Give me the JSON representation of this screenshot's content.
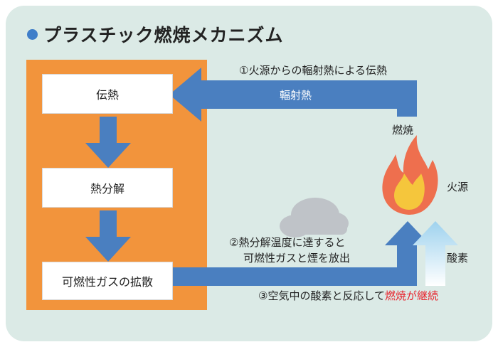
{
  "title": "プラスチック燃焼メカニズム",
  "boxes": {
    "heat_transfer": "伝熱",
    "pyrolysis": "熱分解",
    "gas_diffusion": "可燃性ガスの拡散"
  },
  "labels": {
    "step1": "①火源からの輻射熱による伝熱",
    "radiant_heat": "輻射熱",
    "combustion": "燃焼",
    "fire_source": "火源",
    "step2_line1": "②熱分解温度に達すると",
    "step2_line2": "可燃性ガスと煙を放出",
    "oxygen": "酸素",
    "step3_prefix": "③空気中の酸素と反応して",
    "step3_highlight": "燃焼が継続"
  },
  "colors": {
    "background": "#dbeae6",
    "orange_panel": "#f2943c",
    "arrow_blue": "#4a7fc0",
    "title_dot": "#3f7ec9",
    "highlight_red": "#e8202a",
    "flame_outer": "#ee6f4e",
    "flame_inner": "#f5c63c",
    "cloud": "#bfc3c8"
  }
}
